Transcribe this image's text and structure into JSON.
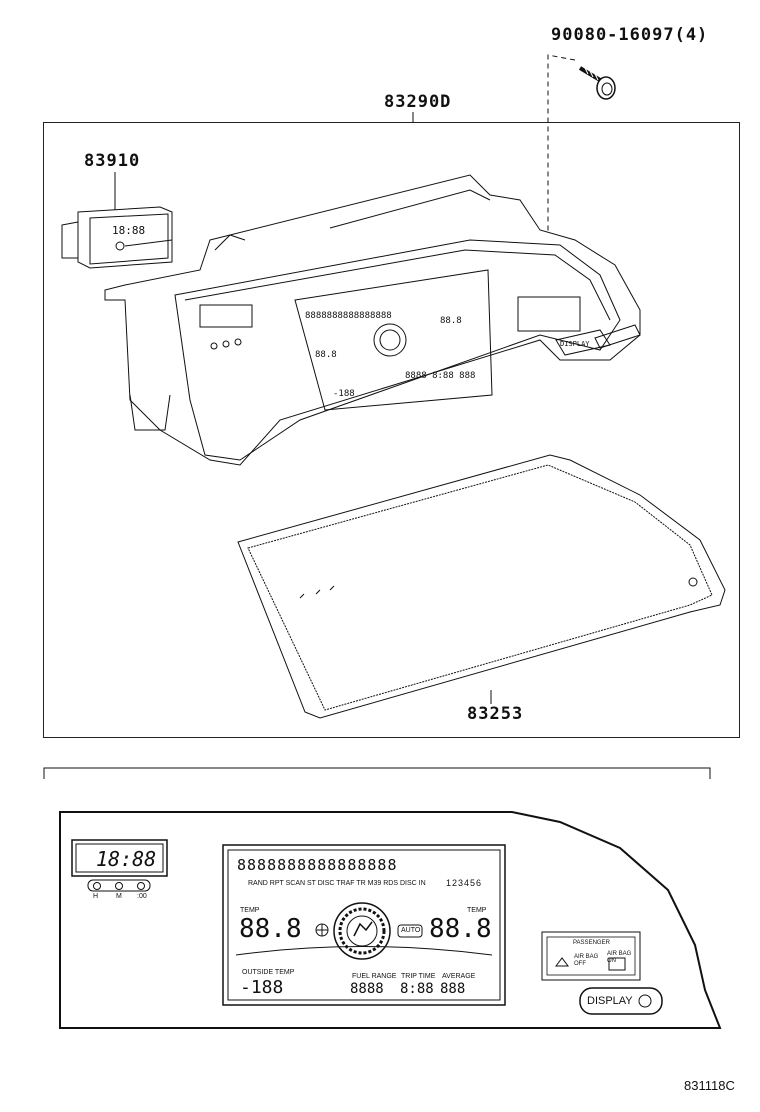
{
  "parts": {
    "bolt": "90080-16097(4)",
    "assembly": "83290D",
    "clock": "83910",
    "lens": "83253"
  },
  "lower_panel": {
    "clock_digits": "18:88",
    "clock_buttons": [
      "H",
      "M",
      ":00"
    ],
    "segment_row": "8888888888888888",
    "indicator_row": "RAND RPT SCAN ST DISC TRAF TR M39 RDS DISC IN",
    "disc_numbers": "123456",
    "temp_label_left": "TEMP",
    "temp_label_right": "TEMP",
    "temp_left_value": "88.8",
    "temp_right_value": "88.8",
    "auto_label": "AUTO",
    "outside_temp_label": "OUTSIDE TEMP",
    "outside_temp_value": "-188",
    "fuel_range_label": "FUEL RANGE",
    "fuel_range_value": "8888",
    "trip_time_label": "TRIP TIME",
    "trip_time_value": "8:88",
    "average_label": "AVERAGE",
    "average_value": "888",
    "passenger_label": "PASSENGER",
    "airbag_off": "AIR BAG OFF",
    "airbag_on": "AIR BAG ON",
    "display_button": "DISPLAY"
  },
  "catalog_code": "831118C"
}
